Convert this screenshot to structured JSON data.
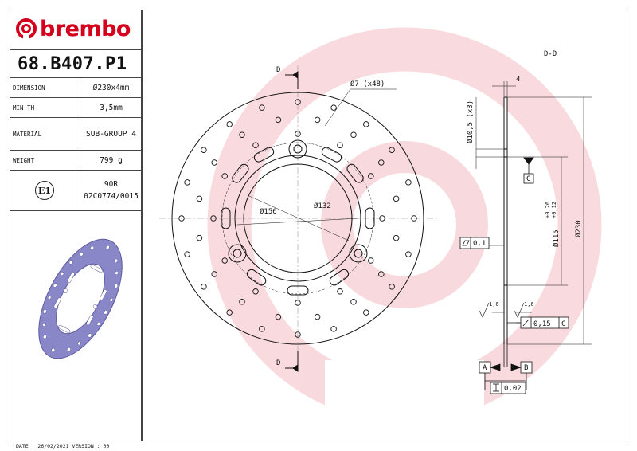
{
  "brand": {
    "name": "brembo",
    "color": "#d5001c"
  },
  "part_number": "68.B407.P1",
  "specs": [
    {
      "key": "DIMENSION",
      "value": "Ø230x4mm"
    },
    {
      "key": "MIN TH",
      "value": "3,5mm"
    },
    {
      "key": "MATERIAL",
      "value": "SUB-GROUP 4"
    },
    {
      "key": "WEIGHT",
      "value": "799 g"
    }
  ],
  "certification": {
    "badge": "E1",
    "line1": "90R",
    "line2": "02C0774/0015"
  },
  "footer": "DATE : 26/02/2021 VERSION : 00",
  "drawing": {
    "section_view_title": "D-D",
    "section_mark": "D",
    "labels": {
      "holes": "Ø7 (x48)",
      "d156": "Ø156",
      "d132": "Ø132",
      "thickness": "4",
      "hole_dia": "Ø10,5 (x3)",
      "bolt_circle": "Ø115",
      "tol_plus": "+0,26",
      "tol_minus": "+0,12",
      "outer": "Ø230",
      "datum_c": "C",
      "datum_a": "A",
      "datum_b": "B",
      "flatness": "0,1",
      "roughness_1": "1,6",
      "roughness_2": "1,6",
      "runout_value": "0,15",
      "runout_ref": "C",
      "parallel_value": "0,02"
    }
  }
}
